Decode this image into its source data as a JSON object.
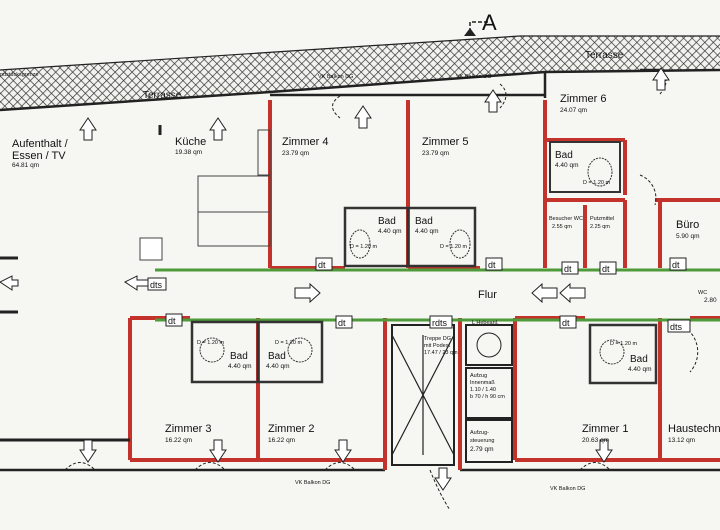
{
  "plan": {
    "section_marker": "A",
    "grundstuecksgrenze": "ndstücksgrenze",
    "terrasse_west": "Terrasse",
    "terrasse_east": "Terrasse",
    "vk_balkon_top_1": "VK Balkon DG",
    "vk_balkon_top_2": "VK Balkon DG",
    "vk_balkon_bottom_1": "VK Balkon DG",
    "vk_balkon_bottom_2": "VK Balkon DG",
    "flur": "Flur",
    "rooms": {
      "aufenthalt": {
        "name_1": "Aufenthalt /",
        "name_2": "Essen / TV",
        "area": "64.81 qm"
      },
      "kueche": {
        "name": "Küche",
        "area": "19.38 qm"
      },
      "zimmer4": {
        "name": "Zimmer 4",
        "area": "23.79 qm"
      },
      "zimmer5": {
        "name": "Zimmer 5",
        "area": "23.79 qm"
      },
      "zimmer6": {
        "name": "Zimmer 6",
        "area": "24.07 qm"
      },
      "bad6": {
        "name": "Bad",
        "area": "4.40 qm"
      },
      "bad4": {
        "name": "Bad",
        "area": "4.40 qm"
      },
      "bad5": {
        "name": "Bad",
        "area": "4.40 qm"
      },
      "besucher_wc": {
        "name": "Besucher WC",
        "area": "2.55 qm"
      },
      "putzmittel": {
        "name": "Putzmittel",
        "area": "2.25 qm"
      },
      "buero": {
        "name": "Büro",
        "area": "5.90 qm"
      },
      "wc": {
        "name": "WC",
        "area": "2.80"
      },
      "bad3": {
        "name": "Bad",
        "area": "4.40 qm"
      },
      "bad2": {
        "name": "Bad",
        "area": "4.40 qm"
      },
      "bad1": {
        "name": "Bad",
        "area": "4.40 qm"
      },
      "zimmer3": {
        "name": "Zimmer 3",
        "area": "16.22 qm"
      },
      "zimmer2": {
        "name": "Zimmer 2",
        "area": "16.22 qm"
      },
      "zimmer1": {
        "name": "Zimmer 1",
        "area": "20.63 qm"
      },
      "haustechnik": {
        "name": "Haustechn",
        "area": "13.12 qm"
      },
      "aufzug": {
        "name_1": "Aufzug-",
        "name_2": "steuerung",
        "area": "2.79 qm"
      },
      "treppe": {
        "name_1": "Treppe DG",
        "name_2": "mit Podest",
        "area": "17.47 / 23 qm"
      },
      "aufzugschacht": {
        "name_1": "Aufzug",
        "name_2": "Innenmaß",
        "name_3": "1.10 / 1.40",
        "name_4": "b 70 / h 90 cm"
      },
      "hebeanlage": {
        "name": "L Hebeanl."
      }
    },
    "tags": {
      "dt": "dt",
      "dts": "dts",
      "rdts": "rdts"
    },
    "shower_note": "D = 1.20 m",
    "colors": {
      "wall_red": "#c4322c",
      "wall_green": "#4f9a3a",
      "wall_black": "#222222",
      "hatch": "#333333"
    }
  }
}
